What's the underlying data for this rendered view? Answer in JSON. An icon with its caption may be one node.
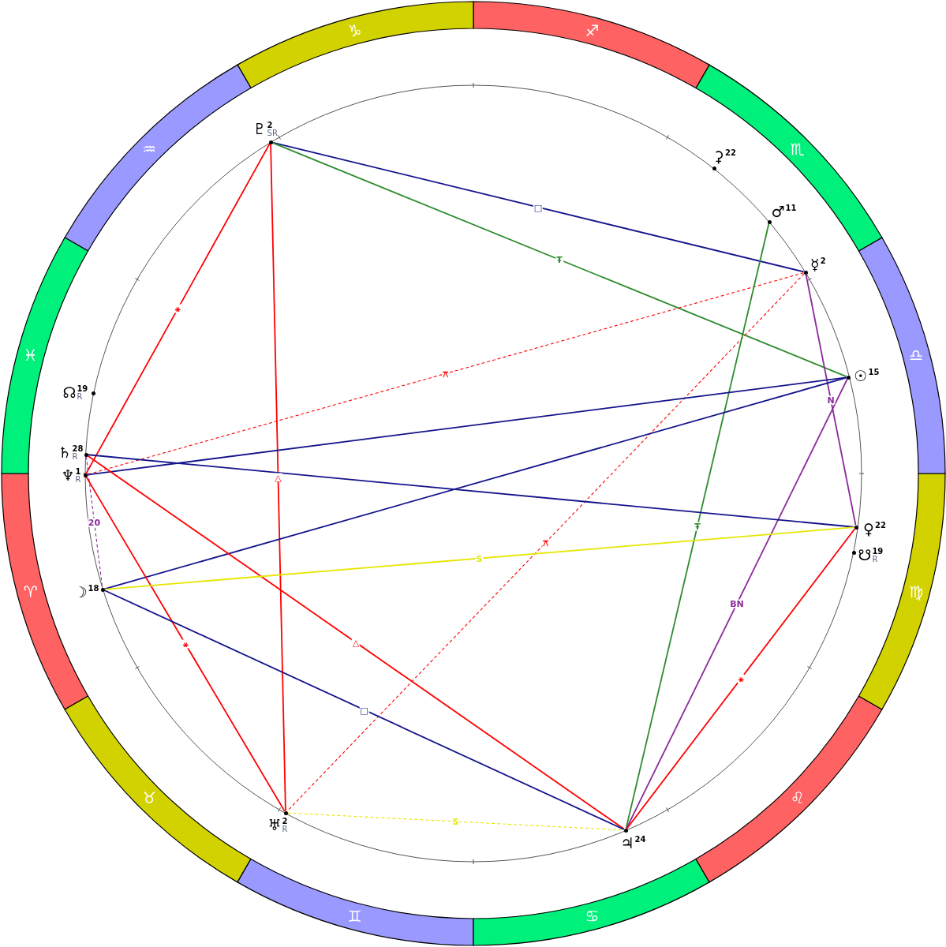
{
  "diagram": {
    "nodes": [
      {
        "text": [
          "♈"
        ]
      },
      {
        "text": [
          "♉"
        ]
      },
      {
        "text": [
          "♊"
        ]
      },
      {
        "text": [
          "♋"
        ]
      },
      {
        "text": [
          "♌"
        ]
      },
      {
        "text": [
          "♍"
        ]
      },
      {
        "text": [
          "♎"
        ]
      },
      {
        "text": [
          "♏"
        ]
      },
      {
        "text": [
          "♐"
        ]
      },
      {
        "text": [
          "♑"
        ]
      },
      {
        "text": [
          "♒"
        ]
      },
      {
        "text": [
          "♓"
        ]
      },
      {
        "text": [
          "♇",
          "2",
          "SR"
        ]
      },
      {
        "text": [
          "⚳",
          "22"
        ]
      },
      {
        "text": [
          "♂",
          "11"
        ]
      },
      {
        "text": [
          "☿",
          "2"
        ]
      },
      {
        "text": [
          "☉",
          "15"
        ]
      },
      {
        "text": [
          "☊",
          "19",
          "R"
        ]
      },
      {
        "text": [
          "♄",
          "28",
          "R"
        ]
      },
      {
        "text": [
          "♆",
          "1",
          "R"
        ]
      },
      {
        "text": [
          "♀",
          "22"
        ]
      },
      {
        "text": [
          "☋",
          "19",
          "R"
        ]
      },
      {
        "text": [
          "☽",
          "18"
        ]
      },
      {
        "text": [
          "♅",
          "2",
          "R"
        ]
      },
      {
        "text": [
          "♃",
          "24"
        ]
      }
    ],
    "edges": [
      {
        "from": 12,
        "to": 15,
        "arrow": "none",
        "label": "□",
        "color": "#14148c"
      },
      {
        "from": 12,
        "to": 16,
        "arrow": "none",
        "label": "Ŧ",
        "color": "#2e8b2e"
      },
      {
        "from": 12,
        "to": 19,
        "arrow": "none",
        "label": "⚹"
      },
      {
        "from": 12,
        "to": 23,
        "arrow": "none",
        "label": "△"
      },
      {
        "from": 15,
        "to": 19,
        "arrow": "none",
        "label": "⚻",
        "style": "dashed"
      },
      {
        "from": 15,
        "to": 23,
        "arrow": "none",
        "label": "⚻",
        "style": "dashed"
      },
      {
        "from": 15,
        "to": 20,
        "arrow": "none",
        "label": "N",
        "color": "#8b2a9b"
      },
      {
        "from": 14,
        "to": 24,
        "arrow": "none",
        "label": "Ŧ",
        "color": "#2e8b2e"
      },
      {
        "from": 16,
        "to": 19,
        "arrow": "none",
        "color": "#14148c"
      },
      {
        "from": 16,
        "to": 22,
        "arrow": "none",
        "color": "#14148c"
      },
      {
        "from": 16,
        "to": 24,
        "arrow": "none",
        "label": "BN",
        "color": "#8b2a9b"
      },
      {
        "from": 18,
        "to": 20,
        "arrow": "none",
        "color": "#14148c"
      },
      {
        "from": 18,
        "to": 24,
        "arrow": "none",
        "label": "△"
      },
      {
        "from": 18,
        "to": 22,
        "arrow": "none",
        "label": "20",
        "style": "dashed",
        "color": "#8b2a9b"
      },
      {
        "from": 19,
        "to": 23,
        "arrow": "none",
        "label": "⚹"
      },
      {
        "from": 22,
        "to": 24,
        "arrow": "none",
        "label": "□",
        "color": "#14148c"
      },
      {
        "from": 22,
        "to": 20,
        "arrow": "none",
        "label": "S",
        "color": "#e6e600"
      },
      {
        "from": 20,
        "to": 24,
        "arrow": "none",
        "label": "⚹"
      },
      {
        "from": 23,
        "to": 24,
        "arrow": "none",
        "label": "S",
        "style": "dashed",
        "color": "#e6e600"
      }
    ]
  }
}
